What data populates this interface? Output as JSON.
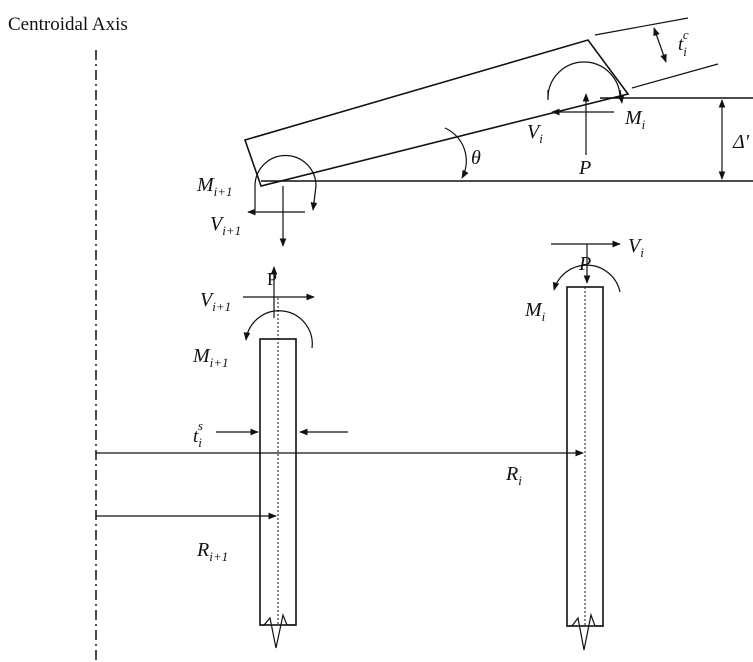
{
  "title": "Centroidal Axis",
  "colors": {
    "ink": "#111111",
    "background": "#ffffff"
  },
  "labels": {
    "tc_base": "t",
    "tc_sub": "i",
    "tc_sup": "c",
    "delta": "Δ'",
    "theta": "θ",
    "mi_top_base": "M",
    "mi_top_sub": "i",
    "vi_top_base": "V",
    "vi_top_sub": "i",
    "p_top": "P",
    "mi1_left_base": "M",
    "mi1_left_sub": "i+1",
    "vi1_left_base": "V",
    "vi1_left_sub": "i+1",
    "p_mid": "P",
    "vi1_mid_base": "V",
    "vi1_mid_sub": "i+1",
    "mi1_mid_base": "M",
    "mi1_mid_sub": "i+1",
    "p_right": "P",
    "vi_right_base": "V",
    "vi_right_sub": "i",
    "mi_right_base": "M",
    "mi_right_sub": "i",
    "ts_base": "t",
    "ts_sub": "i",
    "ts_sup": "s",
    "ri_base": "R",
    "ri_sub": "i",
    "ri1_base": "R",
    "ri1_sub": "i+1"
  }
}
